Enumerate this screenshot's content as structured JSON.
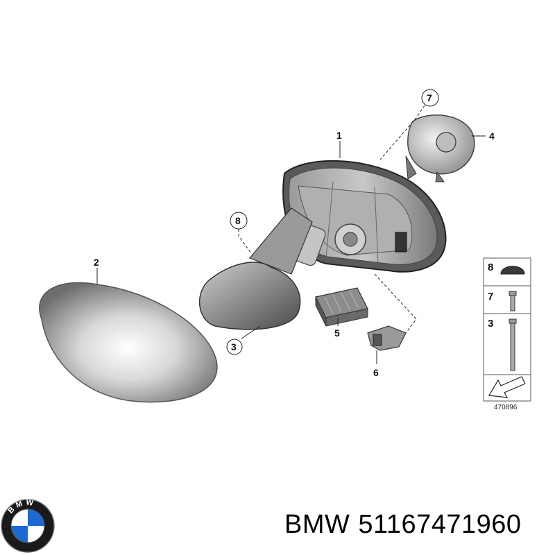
{
  "callouts": [
    {
      "id": "1",
      "label": "1"
    },
    {
      "id": "2",
      "label": "2"
    },
    {
      "id": "3",
      "label": "3"
    },
    {
      "id": "4",
      "label": "4"
    },
    {
      "id": "5",
      "label": "5"
    },
    {
      "id": "6",
      "label": "6"
    },
    {
      "id": "7",
      "label": "7"
    },
    {
      "id": "8",
      "label": "8"
    }
  ],
  "legend": {
    "items": [
      {
        "label": "8",
        "part": "rubber-plug"
      },
      {
        "label": "7",
        "part": "screw"
      },
      {
        "label": "3",
        "part": "long-screw"
      }
    ],
    "ref_number": "470896",
    "arrow_icon": "arrow-icon"
  },
  "brand": {
    "name": "BMW",
    "part_number": "51167471960",
    "logo_icon": "bmw-logo-icon",
    "logo_text": "BMW",
    "colors": {
      "blue": "#1c69d4",
      "ring": "#1a1a1a",
      "white": "#ffffff"
    }
  }
}
